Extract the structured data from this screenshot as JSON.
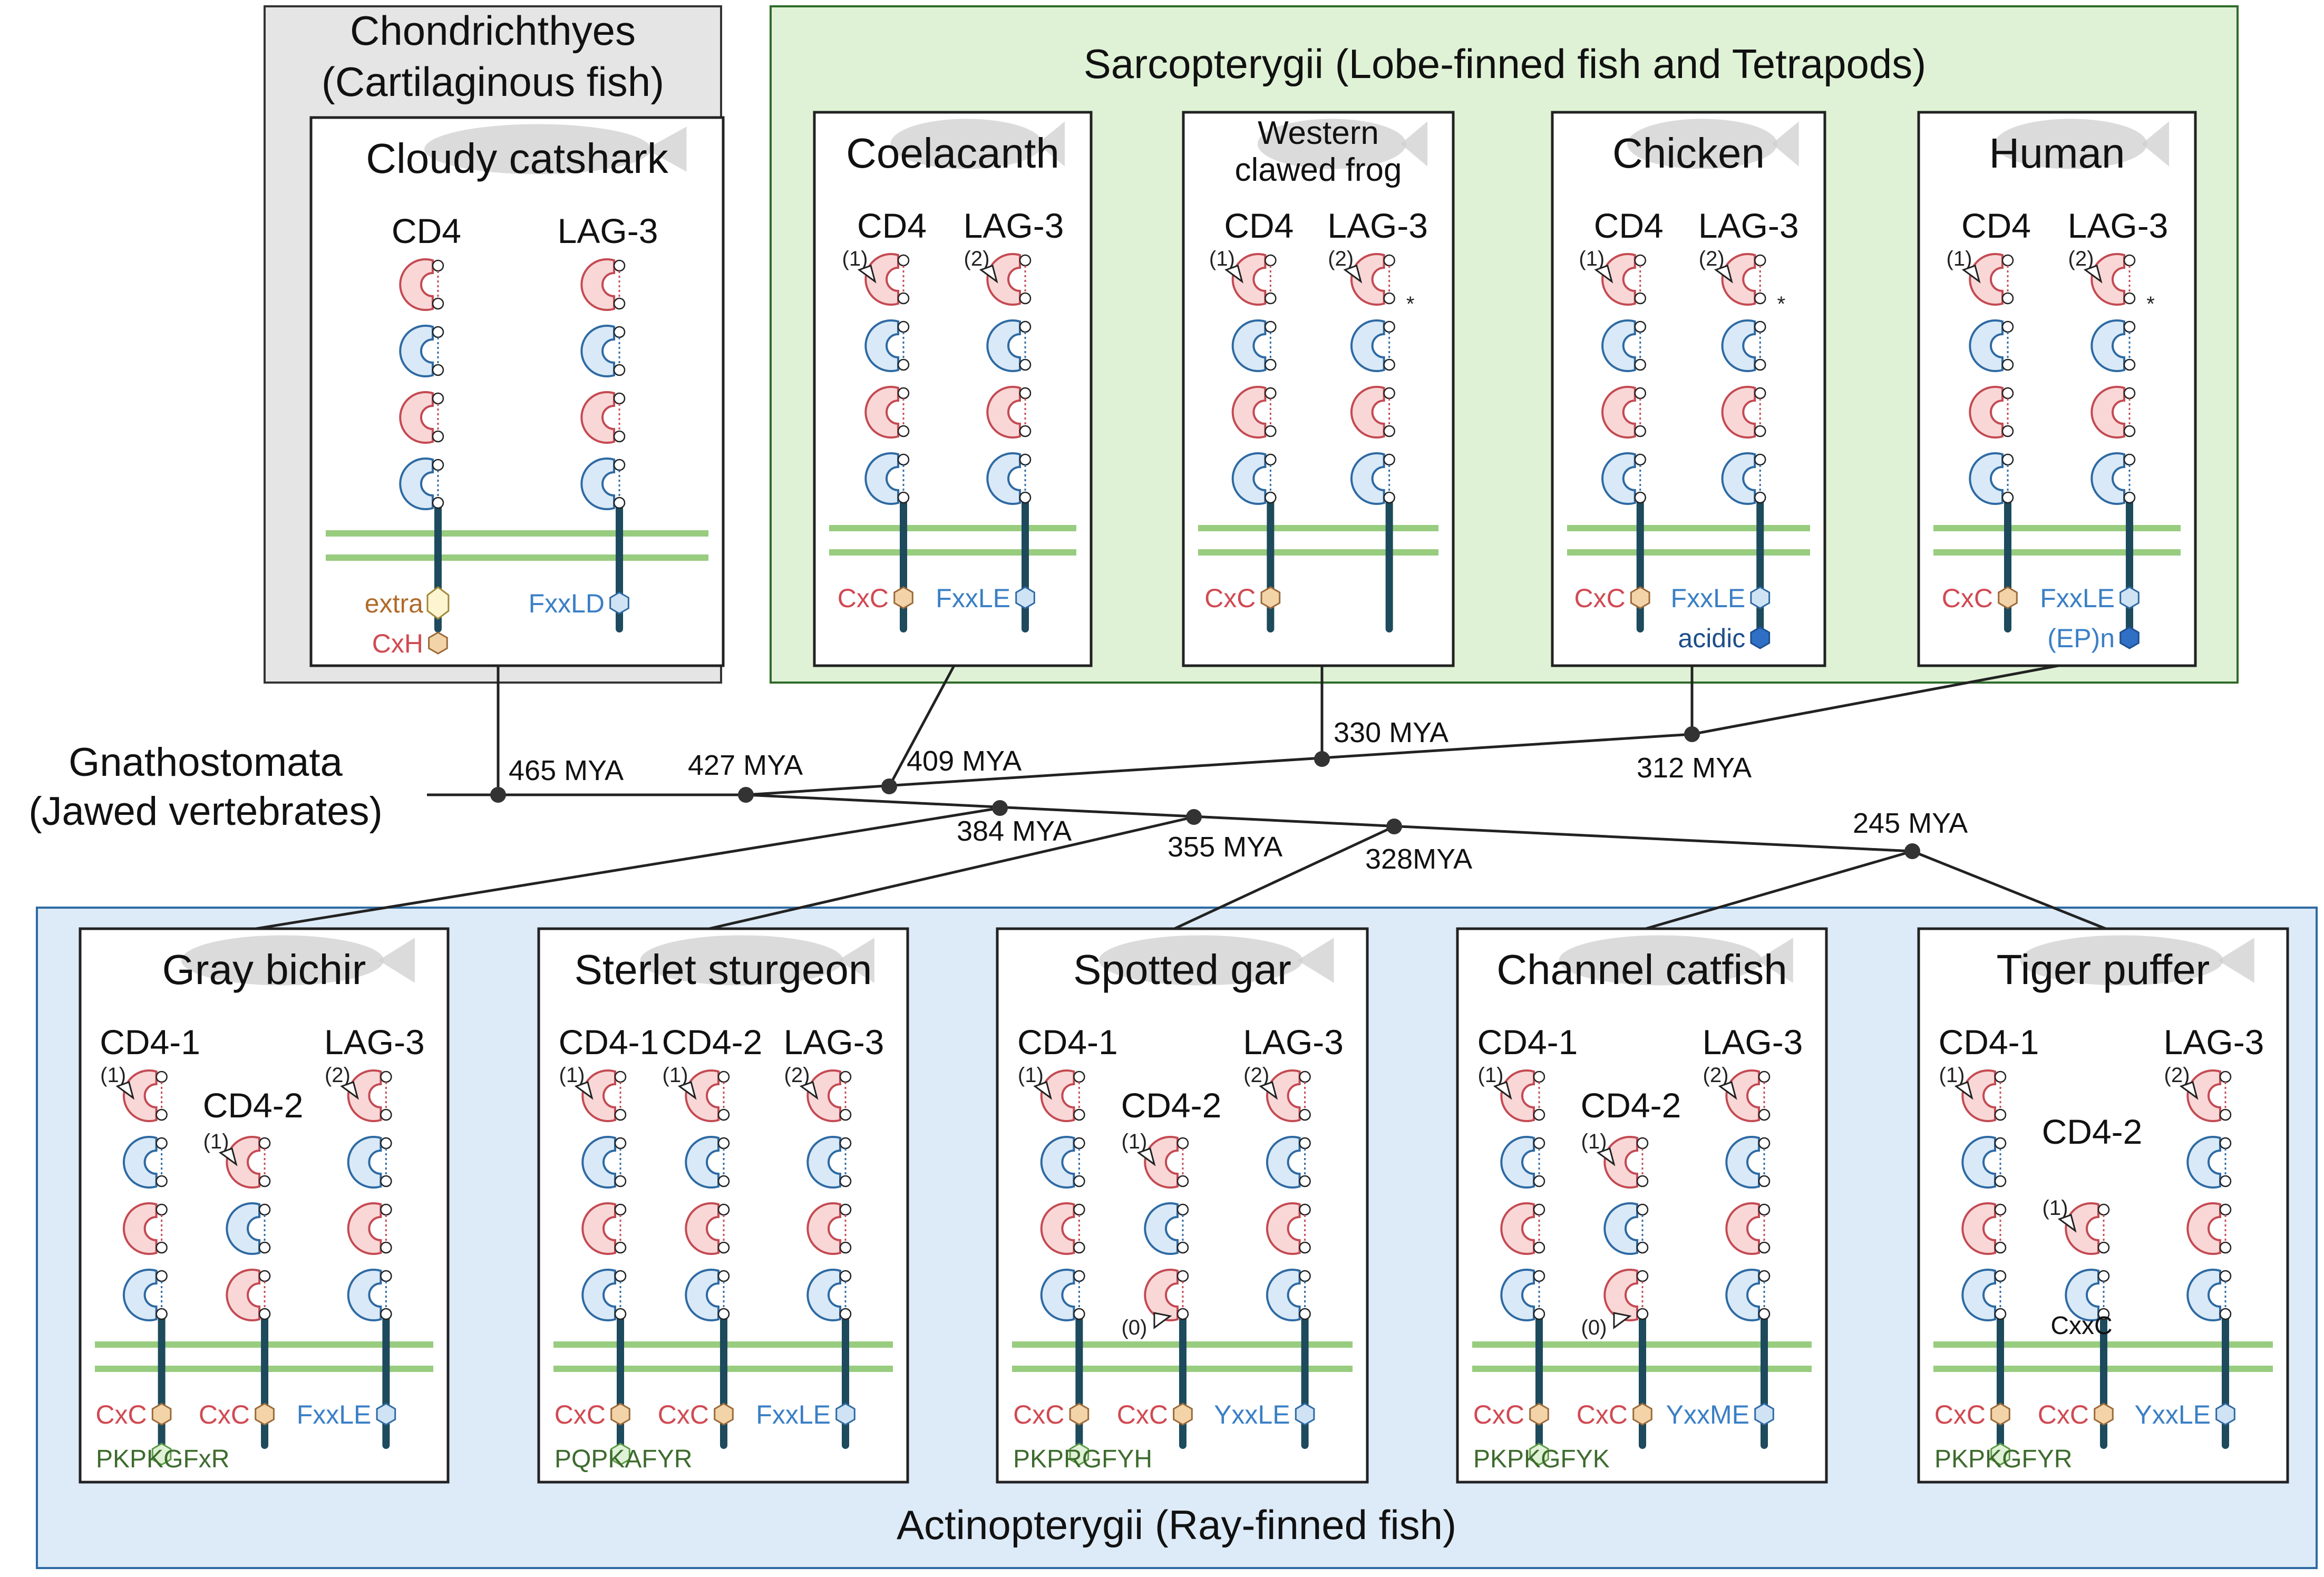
{
  "colors": {
    "chondro_bg": "#e5e5e5",
    "sarco_bg": "#dff2d6",
    "actino_bg": "#ddeaf7",
    "group_border": "#333333",
    "sarco_border": "#2f6b2a",
    "actino_border": "#2e6aa3",
    "red_fill": "#f9d7d7",
    "red_stroke": "#c44a52",
    "blue_fill": "#d9e9f7",
    "blue_stroke": "#2e6aa3",
    "stalk": "#1d4a5c",
    "membrane": "#98cc7f",
    "red_text": "#d04a52",
    "blue_text": "#3a7fc6",
    "green_text": "#3d6b2e",
    "orange_text": "#b06b2a",
    "navy_text": "#1d4f8a",
    "cxc_fill": "#f3d3a8",
    "extra_fill": "#fdf5d0",
    "lfle_fill": "#cfe3f5",
    "acidic_fill": "#2f6fc4",
    "pk_fill": "#dff2d6",
    "silhouette": "#cfcfcf"
  },
  "groups": {
    "chondrichthyes": {
      "line1": "Chondrichthyes",
      "line2": "(Cartilaginous fish)"
    },
    "sarcopterygii": {
      "title": "Sarcopterygii (Lobe-finned fish and Tetrapods)"
    },
    "actinopterygii": {
      "title": "Actinopterygii (Ray-finned fish)"
    }
  },
  "root": {
    "line1": "Gnathostomata",
    "line2": "(Jawed vertebrates)"
  },
  "divergences": [
    "465 MYA",
    "427 MYA",
    "409 MYA",
    "330 MYA",
    "312 MYA",
    "384 MYA",
    "355 MYA",
    "328MYA",
    "245 MYA"
  ],
  "species": [
    {
      "name": "Cloudy catshark",
      "columns": [
        {
          "label": "CD4",
          "domains": [
            "r",
            "b",
            "r",
            "b"
          ],
          "motifs": [
            {
              "text": "extra",
              "color": "orange_text",
              "shape": "extra",
              "side": "left"
            },
            {
              "text": "CxH",
              "color": "red_text",
              "shape": "cxc",
              "side": "left"
            }
          ]
        },
        {
          "label": "LAG-3",
          "domains": [
            "r",
            "b",
            "r",
            "b"
          ],
          "motifs": [
            {
              "text": "FxxLD",
              "color": "blue_text",
              "shape": "lfle",
              "side": "left"
            }
          ]
        }
      ]
    },
    {
      "name": "Coelacanth",
      "columns": [
        {
          "label": "CD4",
          "marker": "(1)",
          "domains": [
            "r",
            "b",
            "r",
            "b"
          ],
          "motifs": [
            {
              "text": "CxC",
              "color": "red_text",
              "shape": "cxc",
              "side": "left"
            }
          ]
        },
        {
          "label": "LAG-3",
          "marker": "(2)",
          "domains": [
            "r",
            "b",
            "r",
            "b"
          ],
          "motifs": [
            {
              "text": "FxxLE",
              "color": "blue_text",
              "shape": "lfle",
              "side": "left"
            }
          ]
        }
      ]
    },
    {
      "name_line1": "Western",
      "name_line2": "clawed frog",
      "columns": [
        {
          "label": "CD4",
          "marker": "(1)",
          "domains": [
            "r",
            "b",
            "r",
            "b"
          ],
          "motifs": [
            {
              "text": "CxC",
              "color": "red_text",
              "shape": "cxc",
              "side": "left"
            }
          ]
        },
        {
          "label": "LAG-3",
          "marker": "(2)",
          "star": "*",
          "domains": [
            "r",
            "b",
            "r",
            "b"
          ],
          "motifs": []
        }
      ]
    },
    {
      "name": "Chicken",
      "columns": [
        {
          "label": "CD4",
          "marker": "(1)",
          "domains": [
            "r",
            "b",
            "r",
            "b"
          ],
          "motifs": [
            {
              "text": "CxC",
              "color": "red_text",
              "shape": "cxc",
              "side": "left"
            }
          ]
        },
        {
          "label": "LAG-3",
          "marker": "(2)",
          "star": "*",
          "domains": [
            "r",
            "b",
            "r",
            "b"
          ],
          "motifs": [
            {
              "text": "FxxLE",
              "color": "blue_text",
              "shape": "lfle",
              "side": "left"
            },
            {
              "text": "acidic",
              "color": "navy_text",
              "shape": "acidic",
              "side": "left"
            }
          ]
        }
      ]
    },
    {
      "name": "Human",
      "columns": [
        {
          "label": "CD4",
          "marker": "(1)",
          "domains": [
            "r",
            "b",
            "r",
            "b"
          ],
          "motifs": [
            {
              "text": "CxC",
              "color": "red_text",
              "shape": "cxc",
              "side": "left"
            }
          ]
        },
        {
          "label": "LAG-3",
          "marker": "(2)",
          "star": "*",
          "domains": [
            "r",
            "b",
            "r",
            "b"
          ],
          "motifs": [
            {
              "text": "FxxLE",
              "color": "blue_text",
              "shape": "lfle",
              "side": "left"
            },
            {
              "text": "(EP)n",
              "color": "blue_text",
              "shape": "acidic",
              "side": "left"
            }
          ]
        }
      ]
    },
    {
      "name": "Gray bichir",
      "columns": [
        {
          "label": "CD4-1",
          "marker": "(1)",
          "domains": [
            "r",
            "b",
            "r",
            "b"
          ],
          "motifs": [
            {
              "text": "CxC",
              "color": "red_text",
              "shape": "cxc",
              "side": "left"
            },
            {
              "text": "",
              "color": "green_text",
              "shape": "pk",
              "side": "left"
            }
          ],
          "foot": "PKPKGFxR"
        },
        {
          "label": "CD4-2",
          "marker": "(1)",
          "domains": [
            "r",
            "b",
            "r"
          ],
          "motifs": [
            {
              "text": "CxC",
              "color": "red_text",
              "shape": "cxc",
              "side": "left"
            }
          ]
        },
        {
          "label": "LAG-3",
          "marker": "(2)",
          "domains": [
            "r",
            "b",
            "r",
            "b"
          ],
          "motifs": [
            {
              "text": "FxxLE",
              "color": "blue_text",
              "shape": "lfle",
              "side": "left"
            }
          ]
        }
      ]
    },
    {
      "name": "Sterlet sturgeon",
      "columns": [
        {
          "label": "CD4-1",
          "marker": "(1)",
          "domains": [
            "r",
            "b",
            "r",
            "b"
          ],
          "motifs": [
            {
              "text": "CxC",
              "color": "red_text",
              "shape": "cxc",
              "side": "left"
            },
            {
              "text": "",
              "color": "green_text",
              "shape": "pk",
              "side": "left"
            }
          ],
          "foot": "PQPKAFYR"
        },
        {
          "label": "CD4-2",
          "marker": "(1)",
          "domains": [
            "r",
            "b",
            "r",
            "b"
          ],
          "motifs": [
            {
              "text": "CxC",
              "color": "red_text",
              "shape": "cxc",
              "side": "left"
            }
          ]
        },
        {
          "label": "LAG-3",
          "marker": "(2)",
          "domains": [
            "r",
            "b",
            "r",
            "b"
          ],
          "motifs": [
            {
              "text": "FxxLE",
              "color": "blue_text",
              "shape": "lfle",
              "side": "left"
            }
          ]
        }
      ]
    },
    {
      "name": "Spotted gar",
      "columns": [
        {
          "label": "CD4-1",
          "marker": "(1)",
          "domains": [
            "r",
            "b",
            "r",
            "b"
          ],
          "motifs": [
            {
              "text": "CxC",
              "color": "red_text",
              "shape": "cxc",
              "side": "left"
            },
            {
              "text": "",
              "color": "green_text",
              "shape": "pk",
              "side": "left"
            }
          ],
          "foot": "PKPRGFYH"
        },
        {
          "label": "CD4-2",
          "marker": "(1)",
          "marker2": "(0)",
          "domains": [
            "r",
            "b",
            "r"
          ],
          "motifs": [
            {
              "text": "CxC",
              "color": "red_text",
              "shape": "cxc",
              "side": "left"
            }
          ]
        },
        {
          "label": "LAG-3",
          "marker": "(2)",
          "domains": [
            "r",
            "b",
            "r",
            "b"
          ],
          "motifs": [
            {
              "text": "YxxLE",
              "color": "blue_text",
              "shape": "lfle",
              "side": "left"
            }
          ]
        }
      ]
    },
    {
      "name": "Channel catfish",
      "columns": [
        {
          "label": "CD4-1",
          "marker": "(1)",
          "domains": [
            "r",
            "b",
            "r",
            "b"
          ],
          "motifs": [
            {
              "text": "CxC",
              "color": "red_text",
              "shape": "cxc",
              "side": "left"
            },
            {
              "text": "",
              "color": "green_text",
              "shape": "pk",
              "side": "left"
            }
          ],
          "foot": "PKPKGFYK"
        },
        {
          "label": "CD4-2",
          "marker": "(1)",
          "marker2": "(0)",
          "domains": [
            "r",
            "b",
            "r"
          ],
          "motifs": [
            {
              "text": "CxC",
              "color": "red_text",
              "shape": "cxc",
              "side": "left"
            }
          ]
        },
        {
          "label": "LAG-3",
          "marker": "(2)",
          "domains": [
            "r",
            "b",
            "r",
            "b"
          ],
          "motifs": [
            {
              "text": "YxxME",
              "color": "blue_text",
              "shape": "lfle",
              "side": "left"
            }
          ]
        }
      ]
    },
    {
      "name": "Tiger puffer",
      "columns": [
        {
          "label": "CD4-1",
          "marker": "(1)",
          "domains": [
            "r",
            "b",
            "r",
            "b"
          ],
          "motifs": [
            {
              "text": "CxC",
              "color": "red_text",
              "shape": "cxc",
              "side": "left"
            },
            {
              "text": "",
              "color": "green_text",
              "shape": "pk",
              "side": "left"
            }
          ],
          "foot": "PKPKGFYR"
        },
        {
          "label": "CD4-2",
          "marker": "(1)",
          "extra_label": "CxxC",
          "domains": [
            "r",
            "b"
          ],
          "motifs": [
            {
              "text": "CxC",
              "color": "red_text",
              "shape": "cxc",
              "side": "left"
            }
          ]
        },
        {
          "label": "LAG-3",
          "marker": "(2)",
          "domains": [
            "r",
            "b",
            "r",
            "b"
          ],
          "motifs": [
            {
              "text": "YxxLE",
              "color": "blue_text",
              "shape": "lfle",
              "side": "left"
            }
          ]
        }
      ]
    }
  ]
}
